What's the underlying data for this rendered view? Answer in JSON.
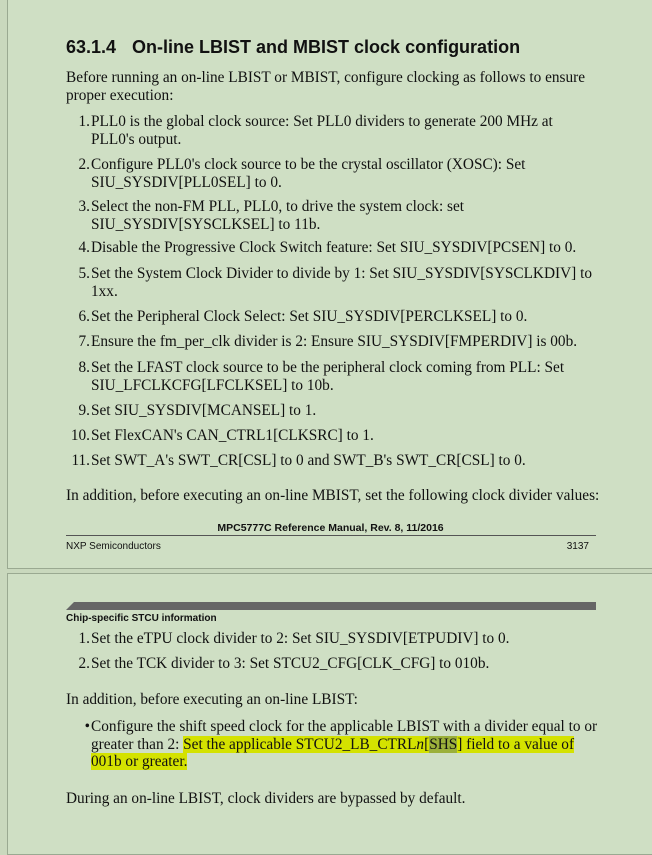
{
  "page1": {
    "section_number": "63.1.4",
    "section_title": "On-line LBIST and MBIST clock configuration",
    "intro": "Before running an on-line LBIST or MBIST, configure clocking as follows to ensure proper execution:",
    "items": [
      {
        "n": "1.",
        "text": "PLL0 is the global clock source: Set PLL0 dividers to generate 200 MHz at PLL0's output."
      },
      {
        "n": "2.",
        "text": "Configure PLL0's clock source to be the crystal oscillator (XOSC): Set SIU_SYSDIV[PLL0SEL] to 0."
      },
      {
        "n": "3.",
        "text": "Select the non-FM PLL, PLL0, to drive the system clock: set SIU_SYSDIV[SYSCLKSEL] to 11b."
      },
      {
        "n": "4.",
        "text": "Disable the Progressive Clock Switch feature: Set SIU_SYSDIV[PCSEN] to 0."
      },
      {
        "n": "5.",
        "text": "Set the System Clock Divider to divide by 1: Set SIU_SYSDIV[SYSCLKDIV] to 1xx."
      },
      {
        "n": "6.",
        "text": "Set the Peripheral Clock Select: Set SIU_SYSDIV[PERCLKSEL] to 0."
      },
      {
        "n": "7.",
        "text": "Ensure the fm_per_clk divider is 2: Ensure SIU_SYSDIV[FMPERDIV] is 00b."
      },
      {
        "n": "8.",
        "text": "Set the LFAST clock source to be the peripheral clock coming from PLL: Set SIU_LFCLKCFG[LFCLKSEL] to 10b."
      },
      {
        "n": "9.",
        "text": "Set SIU_SYSDIV[MCANSEL] to 1."
      },
      {
        "n": "10.",
        "text": "Set FlexCAN's CAN_CTRL1[CLKSRC] to 1."
      },
      {
        "n": "11.",
        "text": "Set SWT_A's SWT_CR[CSL] to 0 and SWT_B's SWT_CR[CSL] to 0."
      }
    ],
    "addition": "In addition, before executing an on-line MBIST, set the following clock divider values:",
    "footer_title": "MPC5777C Reference Manual, Rev. 8, 11/2016",
    "footer_left": "NXP Semiconductors",
    "page_number": "3137"
  },
  "page2": {
    "header": "Chip-specific STCU information",
    "items": [
      {
        "n": "1.",
        "text": "Set the eTPU clock divider to 2: Set SIU_SYSDIV[ETPUDIV] to 0."
      },
      {
        "n": "2.",
        "text": "Set the TCK divider to 3: Set STCU2_CFG[CLK_CFG] to 010b."
      }
    ],
    "addition": "In addition, before executing an on-line LBIST:",
    "bullet": {
      "plain": "Configure the shift speed clock for the applicable LBIST with a divider equal to or greater than 2: ",
      "hl_a": "Set the applicable STCU2_LB_CTRL",
      "hl_italic": "n",
      "hl_b": "[",
      "hl_sel": "SHS",
      "hl_c": "] field to a value of 001b or greater."
    },
    "closing": "During an on-line LBIST, clock dividers are bypassed by default.",
    "highlight_color": "#d4e200"
  }
}
